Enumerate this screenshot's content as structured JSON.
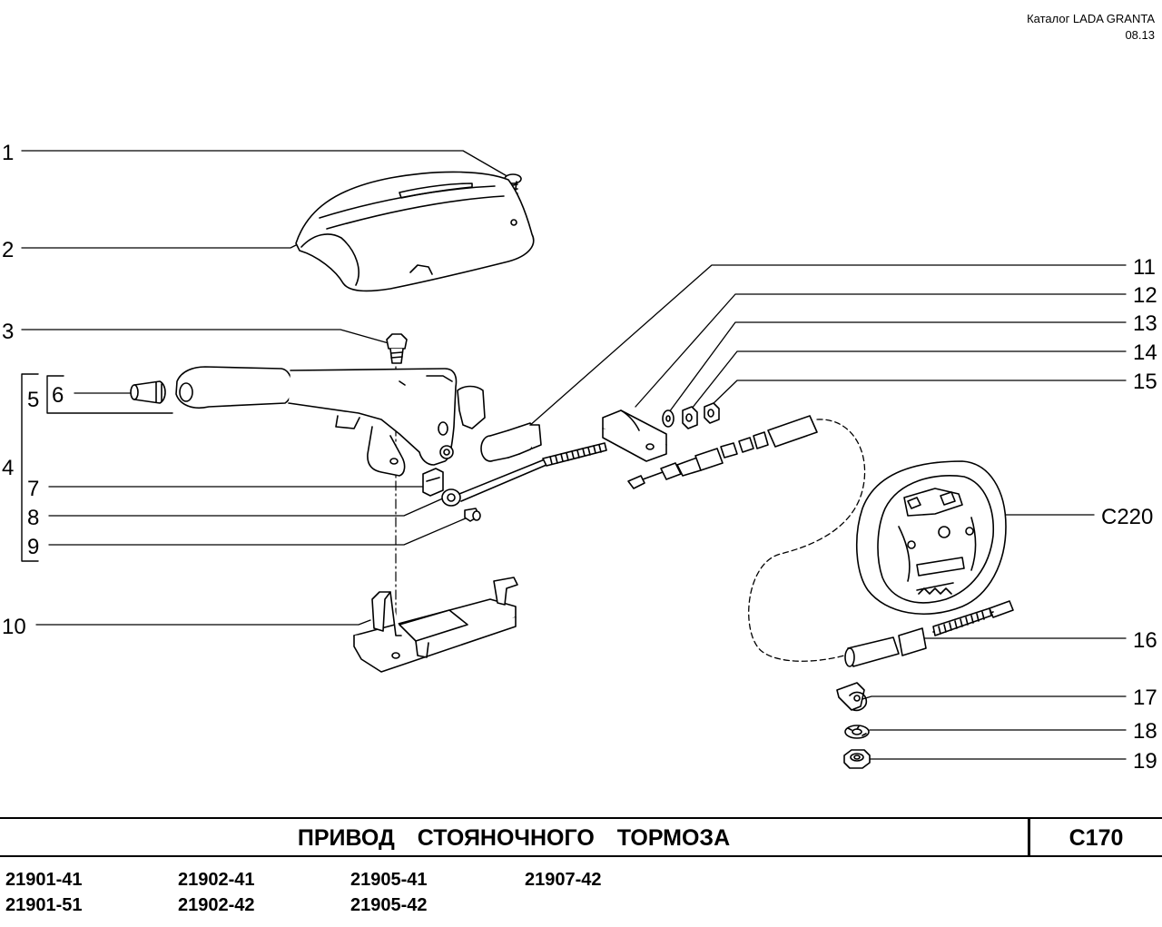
{
  "header": {
    "catalog": "Каталог  LADA  GRANTA",
    "date": "08.13"
  },
  "callouts": {
    "c1": "1",
    "c2": "2",
    "c3": "3",
    "c4": "4",
    "c5": "5",
    "c6": "6",
    "c7": "7",
    "c8": "8",
    "c9": "9",
    "c10": "10",
    "c11": "11",
    "c12": "12",
    "c13": "13",
    "c14": "14",
    "c15": "15",
    "c16": "16",
    "c17": "17",
    "c18": "18",
    "c19": "19",
    "c220": "C220"
  },
  "title": {
    "text": "ПРИВОД  СТОЯНОЧНОГО  ТОРМОЗА",
    "code": "C170"
  },
  "models": {
    "m1": "21901-41",
    "m2": "21901-51",
    "m3": "21902-41",
    "m4": "21902-42",
    "m5": "21905-41",
    "m6": "21905-42",
    "m7": "21907-42"
  }
}
